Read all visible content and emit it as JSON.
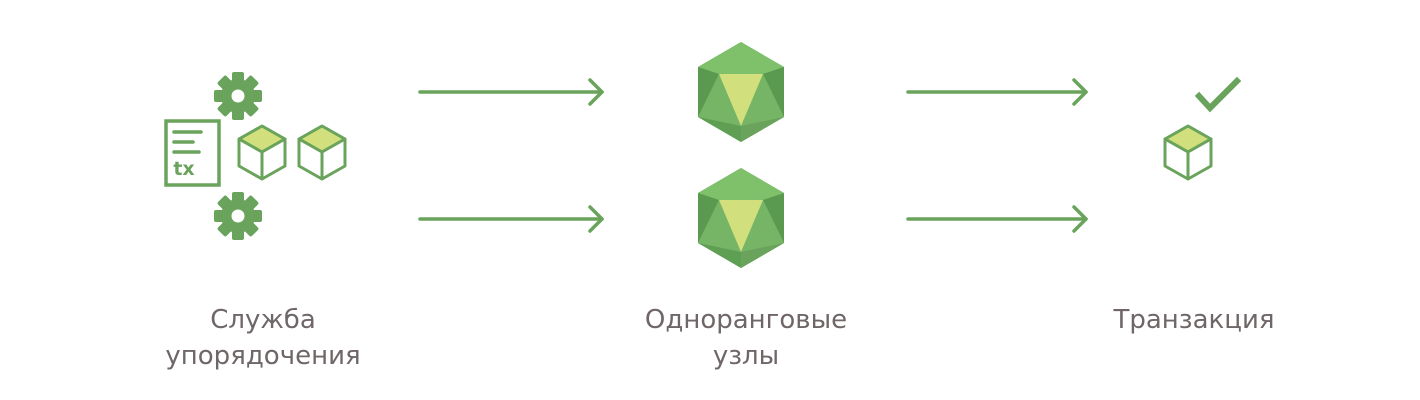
{
  "labels": {
    "ordering_service": [
      "Служба",
      "упорядочения"
    ],
    "peer_nodes": [
      "Одноранговые",
      "узлы"
    ],
    "transaction": [
      "Транзакция"
    ]
  },
  "icons": {
    "document_text": "tx"
  },
  "colors": {
    "primary_green": "#6aa35c",
    "light_green": "#7fc06b",
    "pale_green": "#d1e07d",
    "dark_green": "#5a9a50",
    "label_text": "#6f6667"
  }
}
